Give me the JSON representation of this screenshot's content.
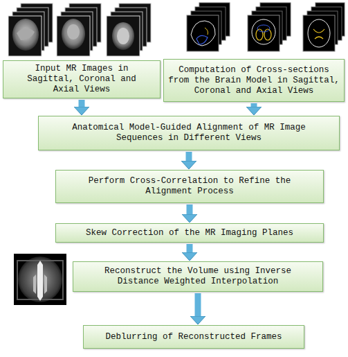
{
  "diagram": {
    "nodes": [
      {
        "text": [
          "Input MR Images in Sagittal, Coronal and Axial Views"
        ]
      },
      {
        "text": [
          "Computation of Cross-sections from the Brain Model in Sagittal, Coronal and Axial Views"
        ]
      },
      {
        "text": [
          "Anatomical Model-Guided Alignment of MR Image Sequences in Different Views"
        ]
      },
      {
        "text": [
          "Perform Cross-Correlation to Refine the Alignment Process"
        ]
      },
      {
        "text": [
          "Skew Correction of the MR Imaging Planes"
        ]
      },
      {
        "text": [
          "Reconstruct the Volume using Inverse Distance Weighted Interpolation"
        ]
      },
      {
        "text": [
          "Deblurring of Reconstructed Frames"
        ]
      }
    ],
    "edges": [
      {
        "from": 0,
        "to": 2,
        "arrow": "to"
      },
      {
        "from": 1,
        "to": 2,
        "arrow": "to"
      },
      {
        "from": 2,
        "to": 3,
        "arrow": "to"
      },
      {
        "from": 3,
        "to": 4,
        "arrow": "to"
      },
      {
        "from": 4,
        "to": 5,
        "arrow": "to"
      },
      {
        "from": 5,
        "to": 6,
        "arrow": "to"
      }
    ]
  }
}
